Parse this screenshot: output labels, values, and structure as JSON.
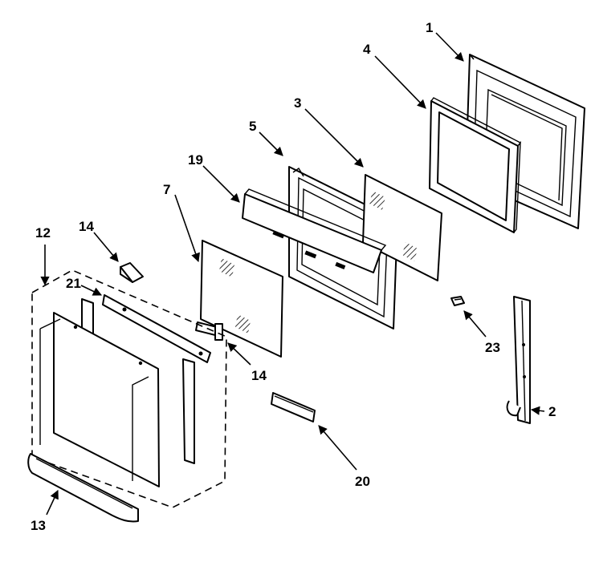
{
  "diagram": {
    "labels": {
      "p1": "1",
      "p2": "2",
      "p3": "3",
      "p4": "4",
      "p5": "5",
      "p7": "7",
      "p12": "12",
      "p13": "13",
      "p14a": "14",
      "p14b": "14",
      "p19": "19",
      "p20": "20",
      "p21": "21",
      "p23": "23"
    }
  }
}
